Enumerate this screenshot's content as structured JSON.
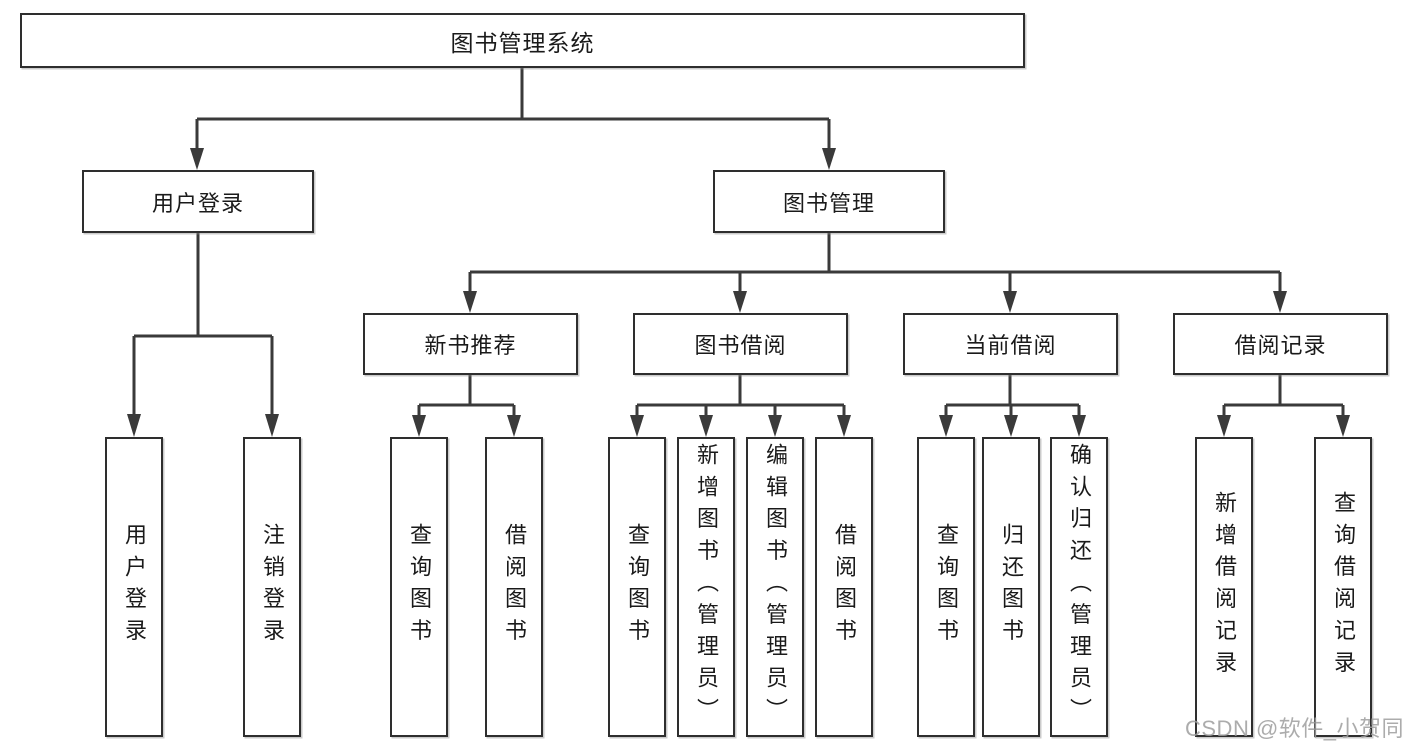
{
  "tree": {
    "label": "图书管理系统",
    "children": [
      {
        "label": "用户登录",
        "children": [
          {
            "label": "用户登录"
          },
          {
            "label": "注销登录"
          }
        ]
      },
      {
        "label": "图书管理",
        "children": [
          {
            "label": "新书推荐",
            "children": [
              {
                "label": "查询图书"
              },
              {
                "label": "借阅图书"
              }
            ]
          },
          {
            "label": "图书借阅",
            "children": [
              {
                "label": "查询图书"
              },
              {
                "label": "新增图书（管理员）"
              },
              {
                "label": "编辑图书（管理员）"
              },
              {
                "label": "借阅图书"
              }
            ]
          },
          {
            "label": "当前借阅",
            "children": [
              {
                "label": "查询图书"
              },
              {
                "label": "归还图书"
              },
              {
                "label": "确认归还（管理员）"
              }
            ]
          },
          {
            "label": "借阅记录",
            "children": [
              {
                "label": "新增借阅记录"
              },
              {
                "label": "查询借阅记录"
              }
            ]
          }
        ]
      }
    ]
  },
  "watermark": {
    "text": "CSDN @软件_小贺同学"
  },
  "colors": {
    "line": "#3a3a3a",
    "box_border": "#2e2e2e",
    "box_background": "#ffffff",
    "text": "#1a1a1a",
    "watermark": "#9e9e9e",
    "background": "#ffffff"
  }
}
